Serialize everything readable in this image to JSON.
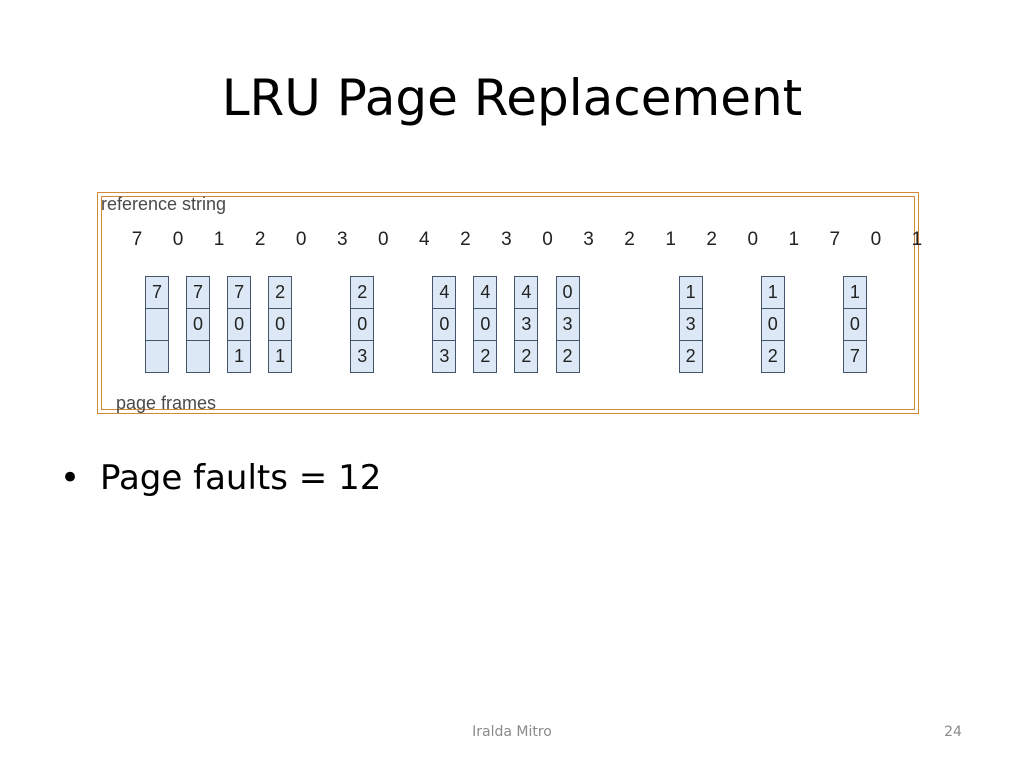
{
  "slide": {
    "title": "LRU Page Replacement",
    "bullet": "Page faults = 12",
    "bullet_symbol": "•",
    "footer_author": "Iralda Mitro",
    "page_number": "24"
  },
  "diagram": {
    "reference_label": "reference string",
    "frames_label": "page frames",
    "reference_string": [
      "7",
      "0",
      "1",
      "2",
      "0",
      "3",
      "0",
      "4",
      "2",
      "3",
      "0",
      "3",
      "2",
      "1",
      "2",
      "0",
      "1",
      "7",
      "0",
      "1"
    ],
    "frame_states": [
      {
        "ref_index": 0,
        "frames": [
          "7",
          "",
          ""
        ]
      },
      {
        "ref_index": 1,
        "frames": [
          "7",
          "0",
          ""
        ]
      },
      {
        "ref_index": 2,
        "frames": [
          "7",
          "0",
          "1"
        ]
      },
      {
        "ref_index": 3,
        "frames": [
          "2",
          "0",
          "1"
        ]
      },
      {
        "ref_index": 5,
        "frames": [
          "2",
          "0",
          "3"
        ]
      },
      {
        "ref_index": 7,
        "frames": [
          "4",
          "0",
          "3"
        ]
      },
      {
        "ref_index": 8,
        "frames": [
          "4",
          "0",
          "2"
        ]
      },
      {
        "ref_index": 9,
        "frames": [
          "4",
          "3",
          "2"
        ]
      },
      {
        "ref_index": 10,
        "frames": [
          "0",
          "3",
          "2"
        ]
      },
      {
        "ref_index": 13,
        "frames": [
          "1",
          "3",
          "2"
        ]
      },
      {
        "ref_index": 15,
        "frames": [
          "1",
          "0",
          "2"
        ]
      },
      {
        "ref_index": 17,
        "frames": [
          "1",
          "0",
          "7"
        ]
      }
    ],
    "colors": {
      "border": "#cf8a3a",
      "cell_fill": "#dce8f5",
      "cell_border": "#44546a"
    }
  }
}
